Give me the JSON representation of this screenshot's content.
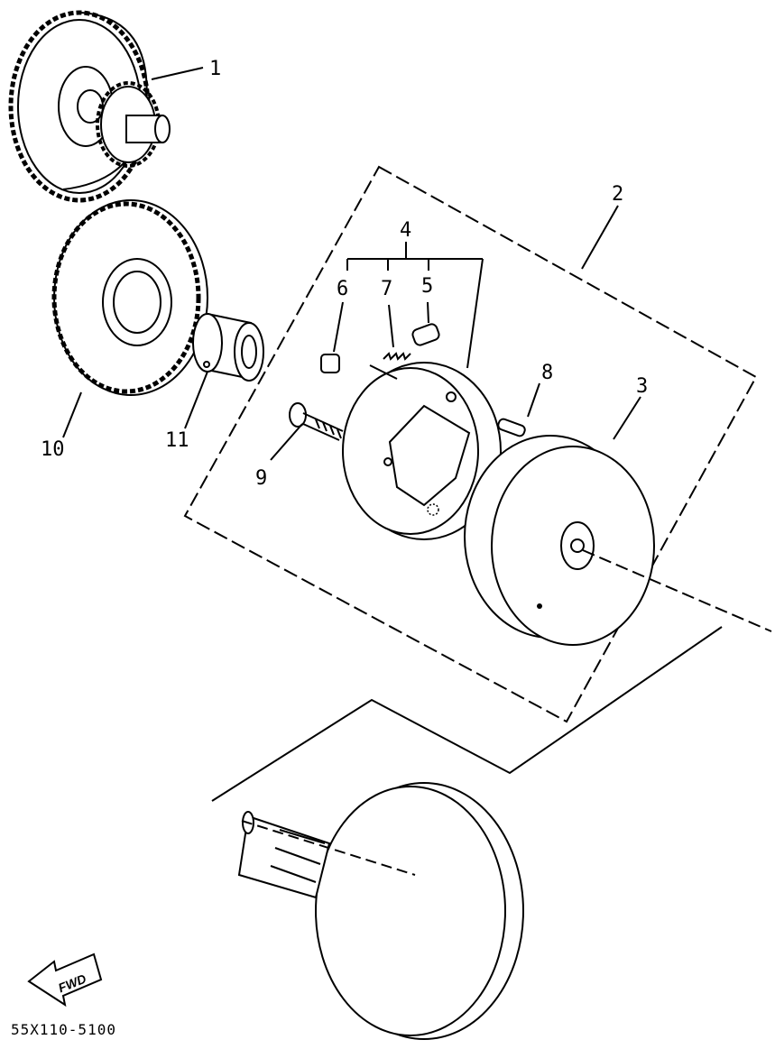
{
  "callouts": {
    "c1": "1",
    "c2": "2",
    "c3": "3",
    "c4": "4",
    "c5": "5",
    "c6": "6",
    "c7": "7",
    "c8": "8",
    "c9": "9",
    "c10": "10",
    "c11": "11"
  },
  "fwd_label": "FWD",
  "diagram_code": "55X110-5100"
}
